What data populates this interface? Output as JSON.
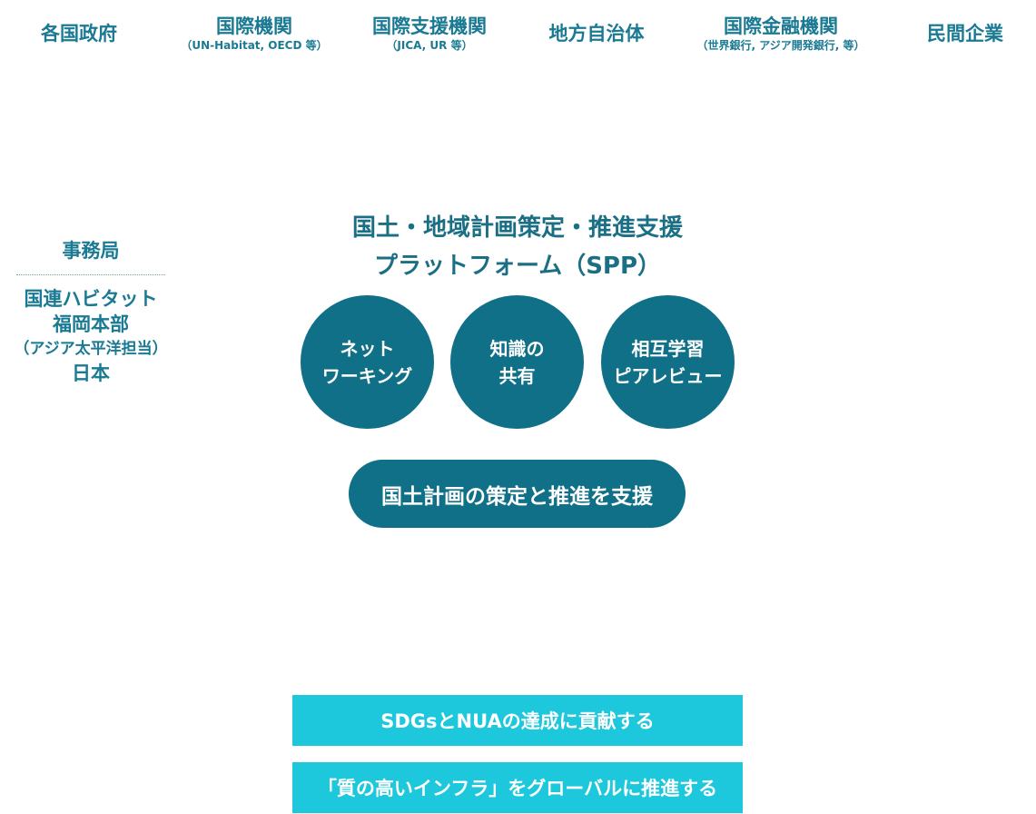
{
  "stakeholders": [
    {
      "name": "各国政府",
      "sub": ""
    },
    {
      "name": "国際機関",
      "sub": "（UN-Habitat, OECD 等）"
    },
    {
      "name": "国際支援機関",
      "sub": "（JICA, UR 等）"
    },
    {
      "name": "地方自治体",
      "sub": ""
    },
    {
      "name": "国際金融機関",
      "sub": "（世界銀行, アジア開発銀行, 等）"
    },
    {
      "name": "民間企業",
      "sub": ""
    }
  ],
  "secretariat": {
    "title": "事務局",
    "lines": [
      "国連ハビタット",
      "福岡本部",
      "（アジア太平洋担当）",
      "日本"
    ]
  },
  "platform": {
    "title_line1": "国土・地域計画策定・推進支援",
    "title_line2": "プラットフォーム（SPP）"
  },
  "activities": [
    {
      "line1": "ネット",
      "line2": "ワーキング"
    },
    {
      "line1": "知識の",
      "line2": "共有"
    },
    {
      "line1": "相互学習",
      "line2": "ピアレビュー"
    }
  ],
  "support": "国土計画の策定と推進を支援",
  "goals": [
    "SDGsとNUAの達成に貢献する",
    "「質の高いインフラ」をグローバルに推進する"
  ],
  "colors": {
    "primary_text": "#1b7a93",
    "circle_fill": "#0f7088",
    "goal_fill": "#1ec8dc"
  }
}
